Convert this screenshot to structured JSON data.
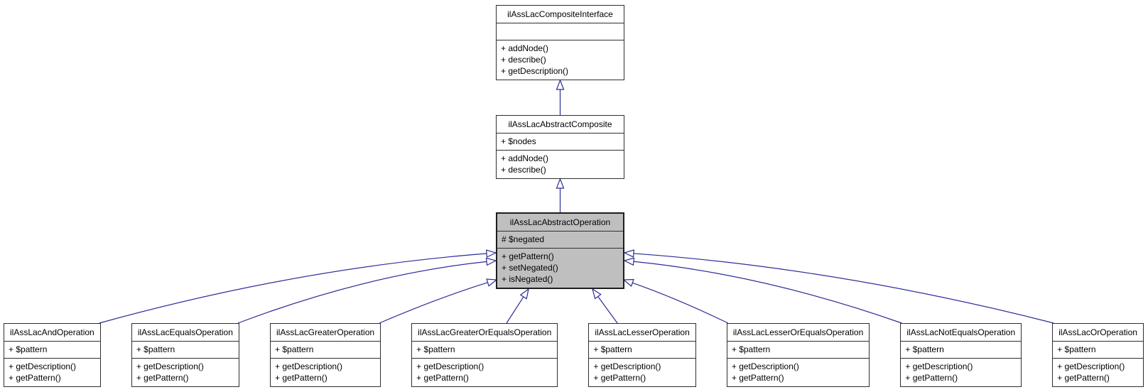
{
  "diagram": {
    "kind": "uml-class-inheritance-diagram",
    "colors": {
      "arrow": "#2c2c97",
      "box_border": "#2e2e2e",
      "box_background": "#ffffff",
      "highlight_background": "#bfbfbf",
      "text": "#000000",
      "canvas_background": "#ffffff"
    },
    "root_class": {
      "title": "ilAssLacCompositeInterface",
      "attributes": [],
      "methods": [
        "+ addNode()",
        "+ describe()",
        "+ getDescription()"
      ]
    },
    "middle_class": {
      "title": "ilAssLacAbstractComposite",
      "attributes": [
        "+ $nodes"
      ],
      "methods": [
        "+ addNode()",
        "+ describe()"
      ]
    },
    "center_class": {
      "title": "ilAssLacAbstractOperation",
      "attributes": [
        "# $negated"
      ],
      "methods": [
        "+ getPattern()",
        "+ setNegated()",
        "+ isNegated()"
      ],
      "highlighted": true
    },
    "subclasses": [
      {
        "title": "ilAssLacAndOperation",
        "attributes": [
          "+ $pattern"
        ],
        "methods": [
          "+ getDescription()",
          "+ getPattern()"
        ]
      },
      {
        "title": "ilAssLacEqualsOperation",
        "attributes": [
          "+ $pattern"
        ],
        "methods": [
          "+ getDescription()",
          "+ getPattern()"
        ]
      },
      {
        "title": "ilAssLacGreaterOperation",
        "attributes": [
          "+ $pattern"
        ],
        "methods": [
          "+ getDescription()",
          "+ getPattern()"
        ]
      },
      {
        "title": "ilAssLacGreaterOrEqualsOperation",
        "attributes": [
          "+ $pattern"
        ],
        "methods": [
          "+ getDescription()",
          "+ getPattern()"
        ]
      },
      {
        "title": "ilAssLacLesserOperation",
        "attributes": [
          "+ $pattern"
        ],
        "methods": [
          "+ getDescription()",
          "+ getPattern()"
        ]
      },
      {
        "title": "ilAssLacLesserOrEqualsOperation",
        "attributes": [
          "+ $pattern"
        ],
        "methods": [
          "+ getDescription()",
          "+ getPattern()"
        ]
      },
      {
        "title": "ilAssLacNotEqualsOperation",
        "attributes": [
          "+ $pattern"
        ],
        "methods": [
          "+ getDescription()",
          "+ getPattern()"
        ]
      },
      {
        "title": "ilAssLacOrOperation",
        "attributes": [
          "+ $pattern"
        ],
        "methods": [
          "+ getDescription()",
          "+ getPattern()"
        ]
      }
    ]
  }
}
